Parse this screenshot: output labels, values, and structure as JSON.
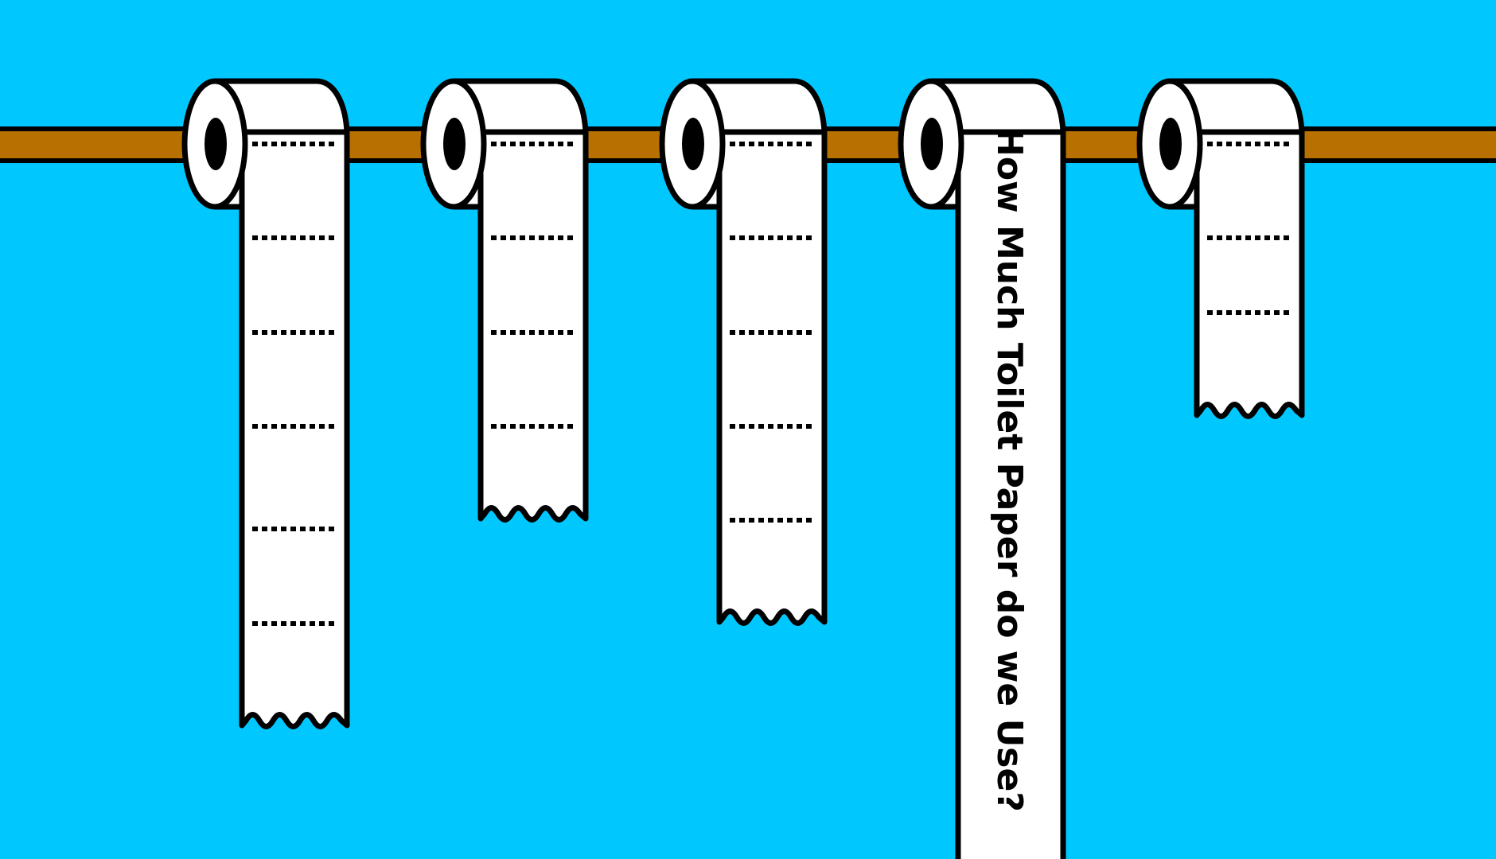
{
  "title": "How Much Toilet Paper do we Use?",
  "colors": {
    "background": "#00C8FF",
    "rod": "#B87000",
    "paper": "#FFFFFF",
    "outline": "#000000"
  },
  "rolls": [
    {
      "name": "roll-1",
      "perforations": 6
    },
    {
      "name": "roll-2",
      "perforations": 4
    },
    {
      "name": "roll-3",
      "perforations": 5
    },
    {
      "name": "roll-4",
      "perforations": 0,
      "has_title": true
    },
    {
      "name": "roll-5",
      "perforations": 3
    }
  ]
}
